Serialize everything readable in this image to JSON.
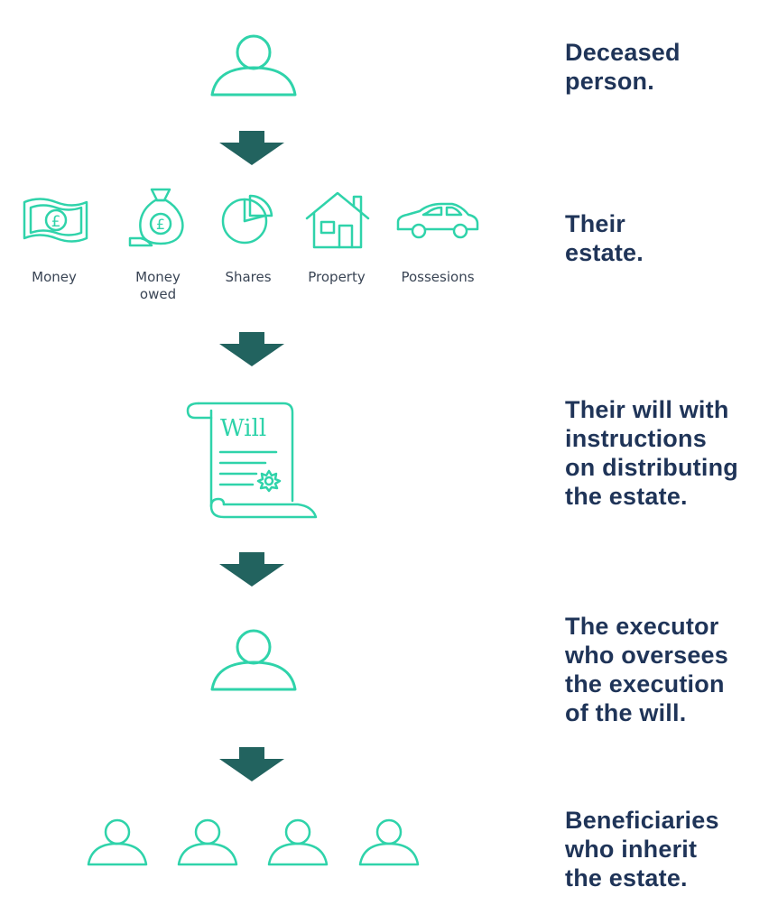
{
  "steps": [
    {
      "caption": "Deceased\nperson."
    },
    {
      "caption": "Their\nestate."
    },
    {
      "caption": "Their will with\ninstructions\non distributing\nthe estate."
    },
    {
      "caption": "The executor\nwho oversees\nthe execution\nof the will."
    },
    {
      "caption": "Beneficiaries\nwho inherit\nthe estate."
    }
  ],
  "assets": [
    {
      "label": "Money",
      "icon": "banknote-icon",
      "symbol": "£"
    },
    {
      "label": "Money\nowed",
      "icon": "money-bag-icon",
      "symbol": "£"
    },
    {
      "label": "Shares",
      "icon": "pie-chart-icon"
    },
    {
      "label": "Property",
      "icon": "house-icon"
    },
    {
      "label": "Possesions",
      "icon": "car-icon"
    }
  ],
  "will_document": {
    "title": "Will",
    "icon": "scroll-icon"
  },
  "colors": {
    "icon": "#2fd3aa",
    "arrow": "#22635f",
    "caption": "#1f3458",
    "label": "#3a4555"
  }
}
